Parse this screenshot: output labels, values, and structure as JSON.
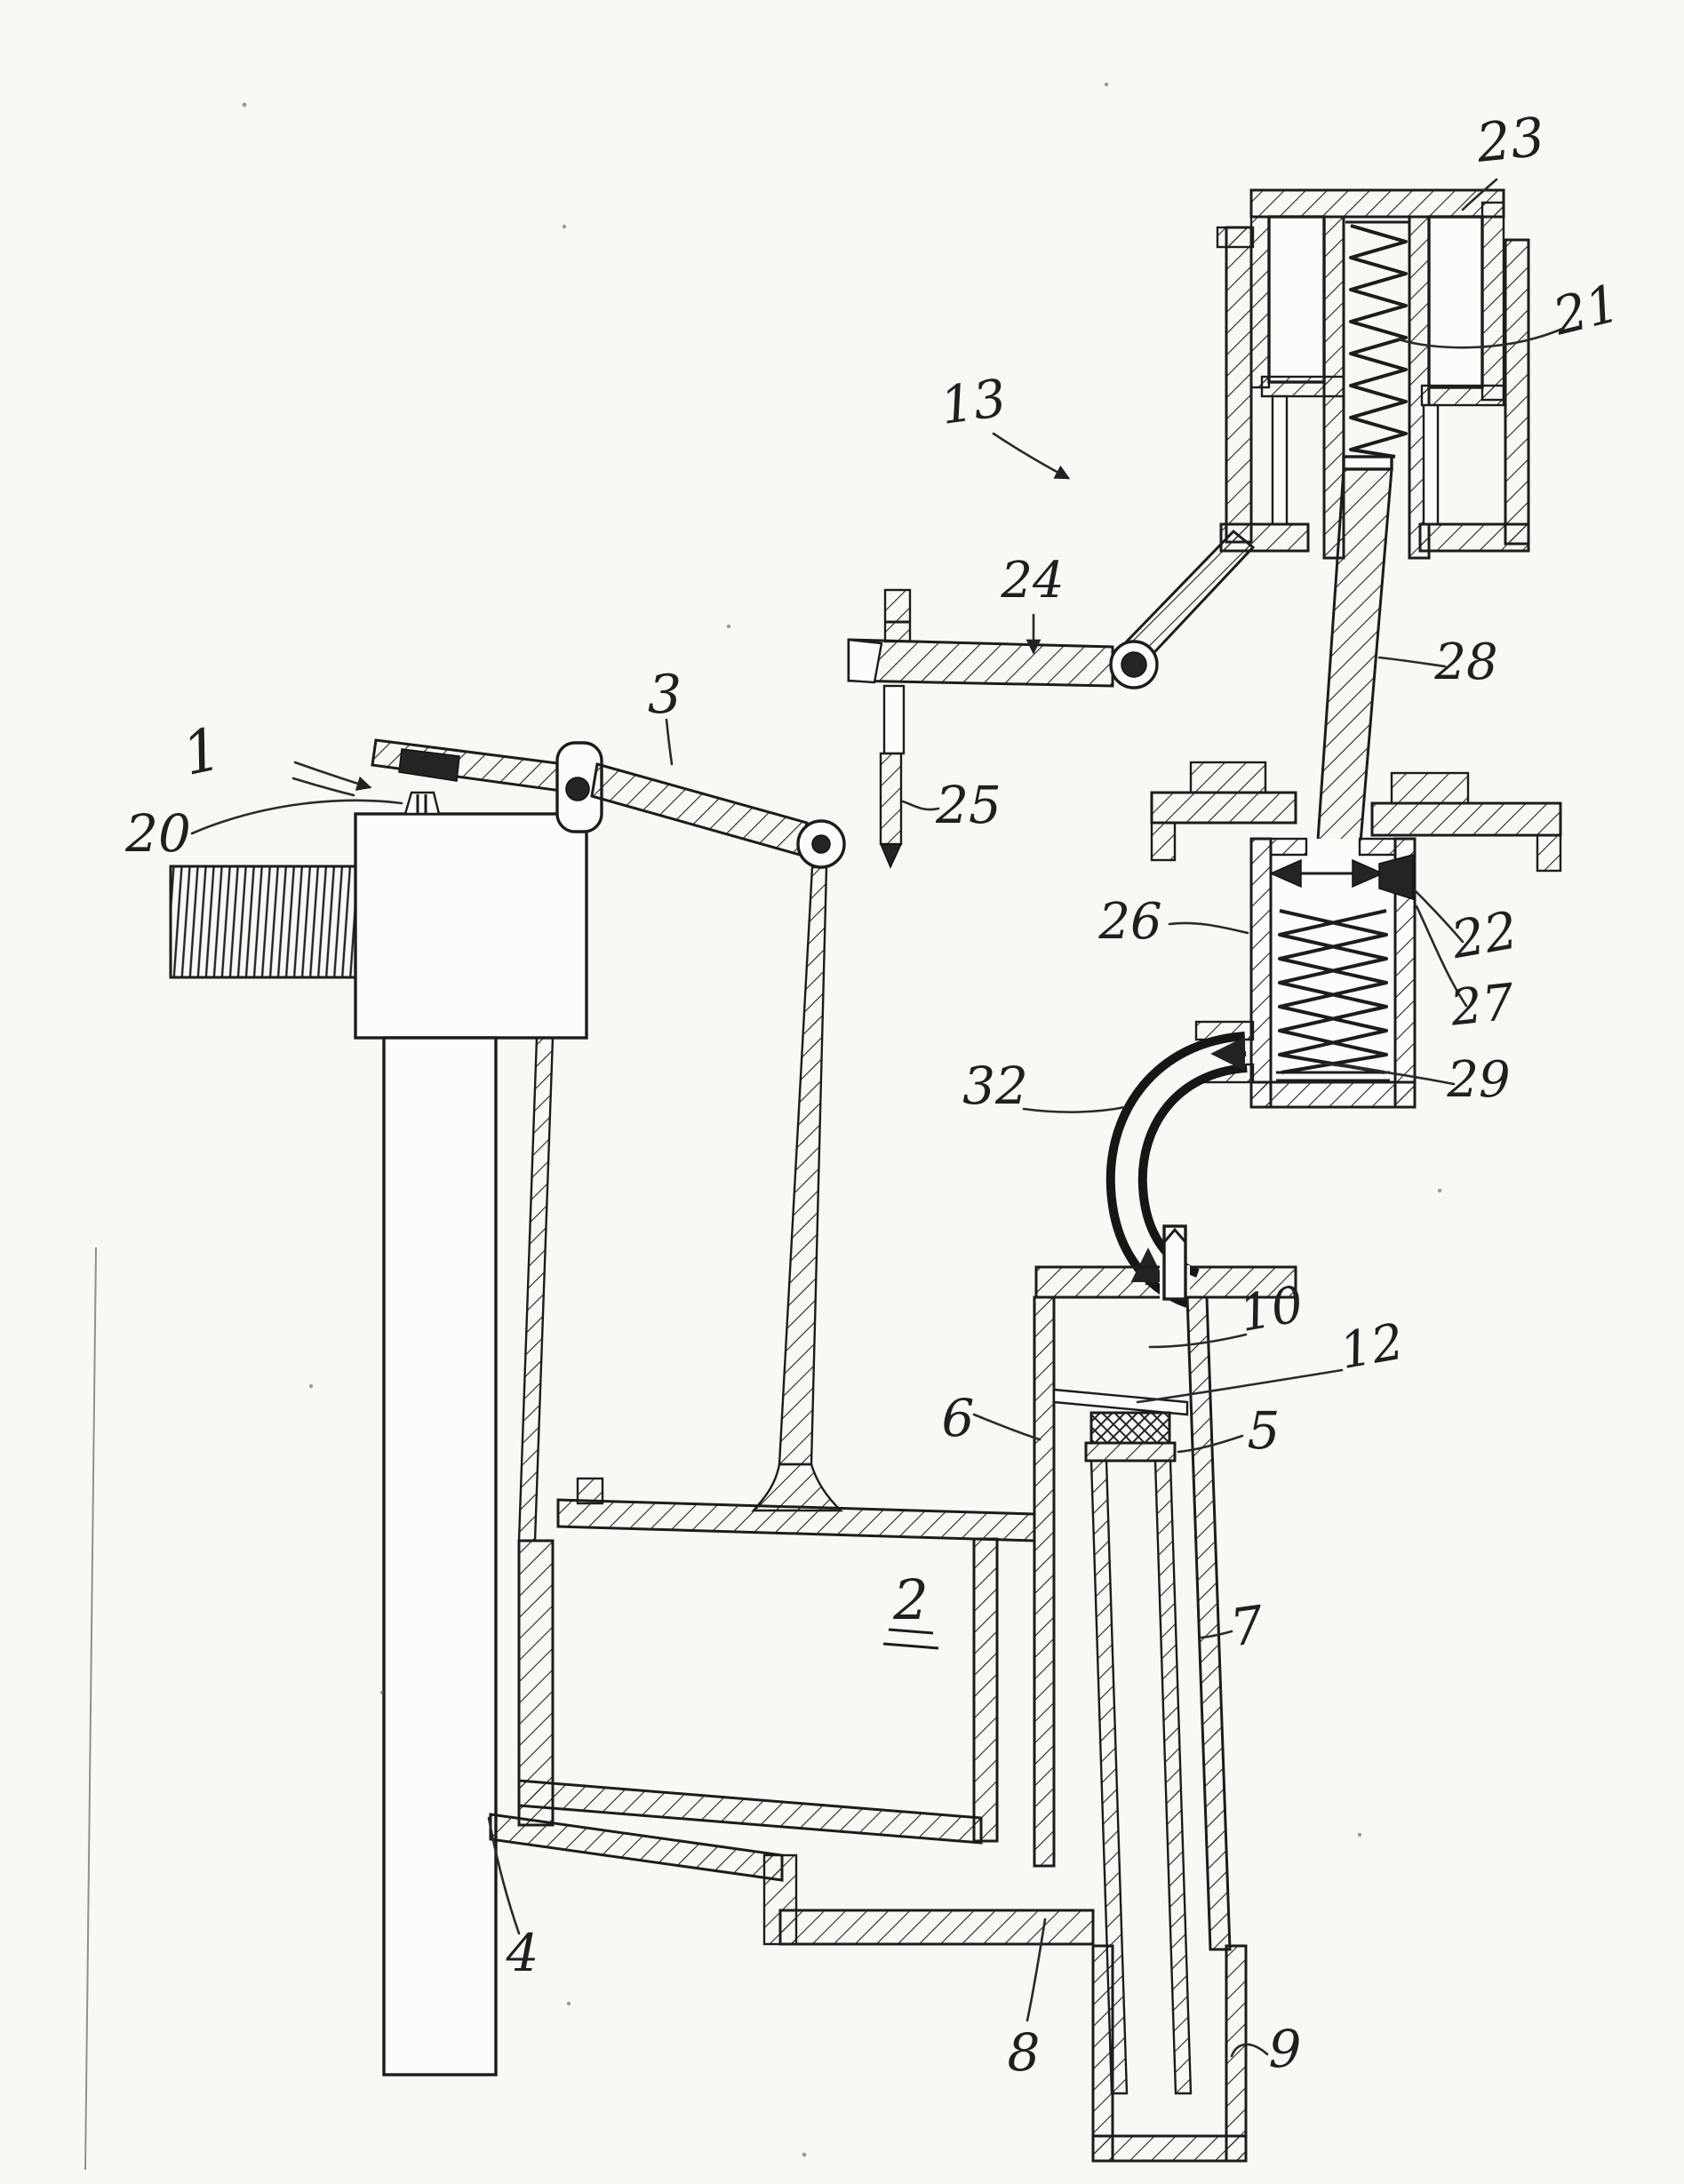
{
  "figure": {
    "type": "patent-sectional-drawing",
    "style": "hand-drawn ink line art with section hatching",
    "paper_color": "#f8f8f5",
    "ink_color": "#1c1c1c",
    "labels": [
      {
        "text": "1"
      },
      {
        "text": "20"
      },
      {
        "text": "3"
      },
      {
        "text": "13"
      },
      {
        "text": "24"
      },
      {
        "text": "25"
      },
      {
        "text": "23"
      },
      {
        "text": "21"
      },
      {
        "text": "28"
      },
      {
        "text": "22"
      },
      {
        "text": "27"
      },
      {
        "text": "29"
      },
      {
        "text": "26"
      },
      {
        "text": "32"
      },
      {
        "text": "10"
      },
      {
        "text": "12"
      },
      {
        "text": "5"
      },
      {
        "text": "6"
      },
      {
        "text": "7"
      },
      {
        "text": "2",
        "underlined": true
      },
      {
        "text": "4"
      },
      {
        "text": "8"
      },
      {
        "text": "9"
      }
    ]
  }
}
